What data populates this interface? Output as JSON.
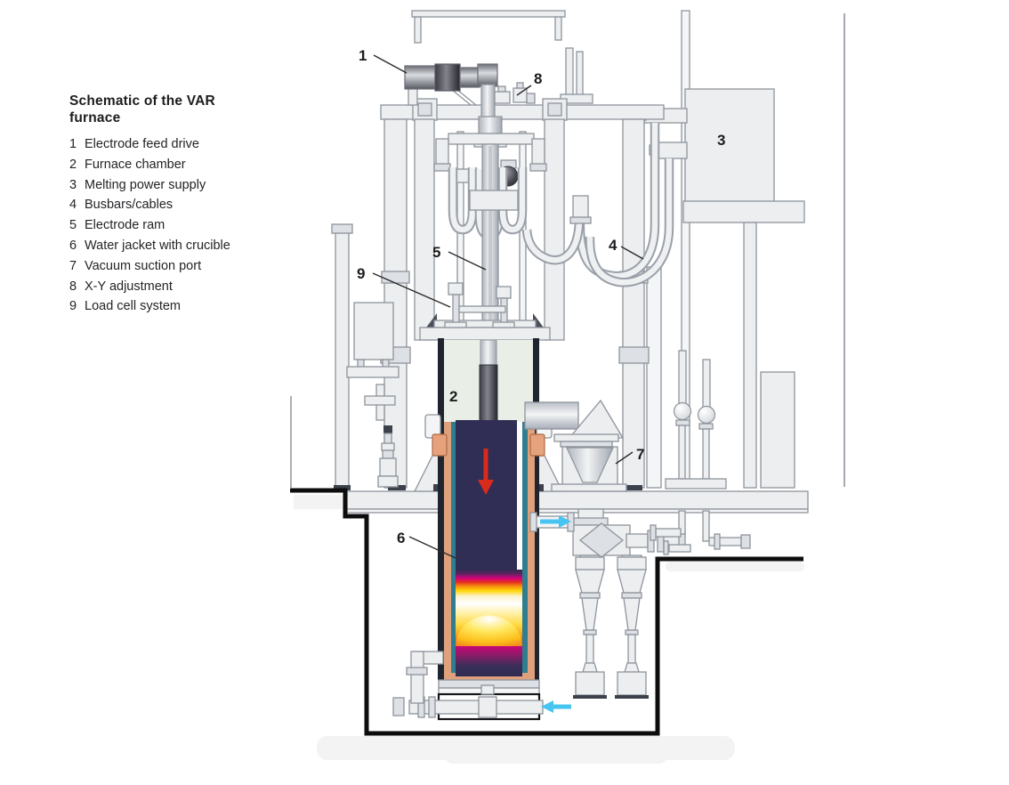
{
  "legend": {
    "title": "Schematic of the VAR furnace",
    "items": [
      {
        "num": "1",
        "label": "Electrode feed drive"
      },
      {
        "num": "2",
        "label": "Furnace chamber"
      },
      {
        "num": "3",
        "label": "Melting power supply"
      },
      {
        "num": "4",
        "label": "Busbars/cables"
      },
      {
        "num": "5",
        "label": "Electrode ram"
      },
      {
        "num": "6",
        "label": "Water jacket with crucible"
      },
      {
        "num": "7",
        "label": "Vacuum suction port"
      },
      {
        "num": "8",
        "label": "X-Y adjustment"
      },
      {
        "num": "9",
        "label": "Load cell system"
      }
    ]
  },
  "callouts": {
    "c1": "1",
    "c2": "2",
    "c3": "3",
    "c4": "4",
    "c5": "5",
    "c6": "6",
    "c7": "7",
    "c8": "8",
    "c9": "9"
  },
  "colors": {
    "line_gray": "#8e949c",
    "light_fill": "#eceef0",
    "chamber_green": "#e9efe6",
    "electrode_navy": "#312e55",
    "crucible_copper": "#dfa17c",
    "water_teal": "#2f7d8f",
    "melt_magenta": "#d4017d",
    "melt_orange": "#f68b12",
    "melt_yellow": "#ffd400",
    "feed_arrow_red": "#d92b1c",
    "water_arrow_cyan": "#47c4ef",
    "pit_black": "#0d0d0d"
  }
}
